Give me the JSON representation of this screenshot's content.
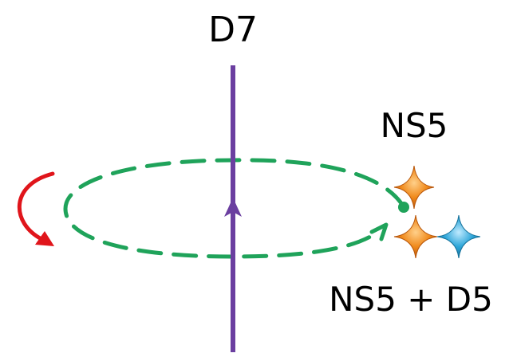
{
  "labels": {
    "top": "D7",
    "right_upper": "NS5",
    "right_lower": "NS5 + D5"
  },
  "colors": {
    "brane_line": "#6B3FA0",
    "loop": "#1FA35A",
    "monodromy_arrow": "#E0151B",
    "ns5_star": "#F08A1C",
    "d5_star": "#2EA6D9",
    "text": "#000000"
  }
}
